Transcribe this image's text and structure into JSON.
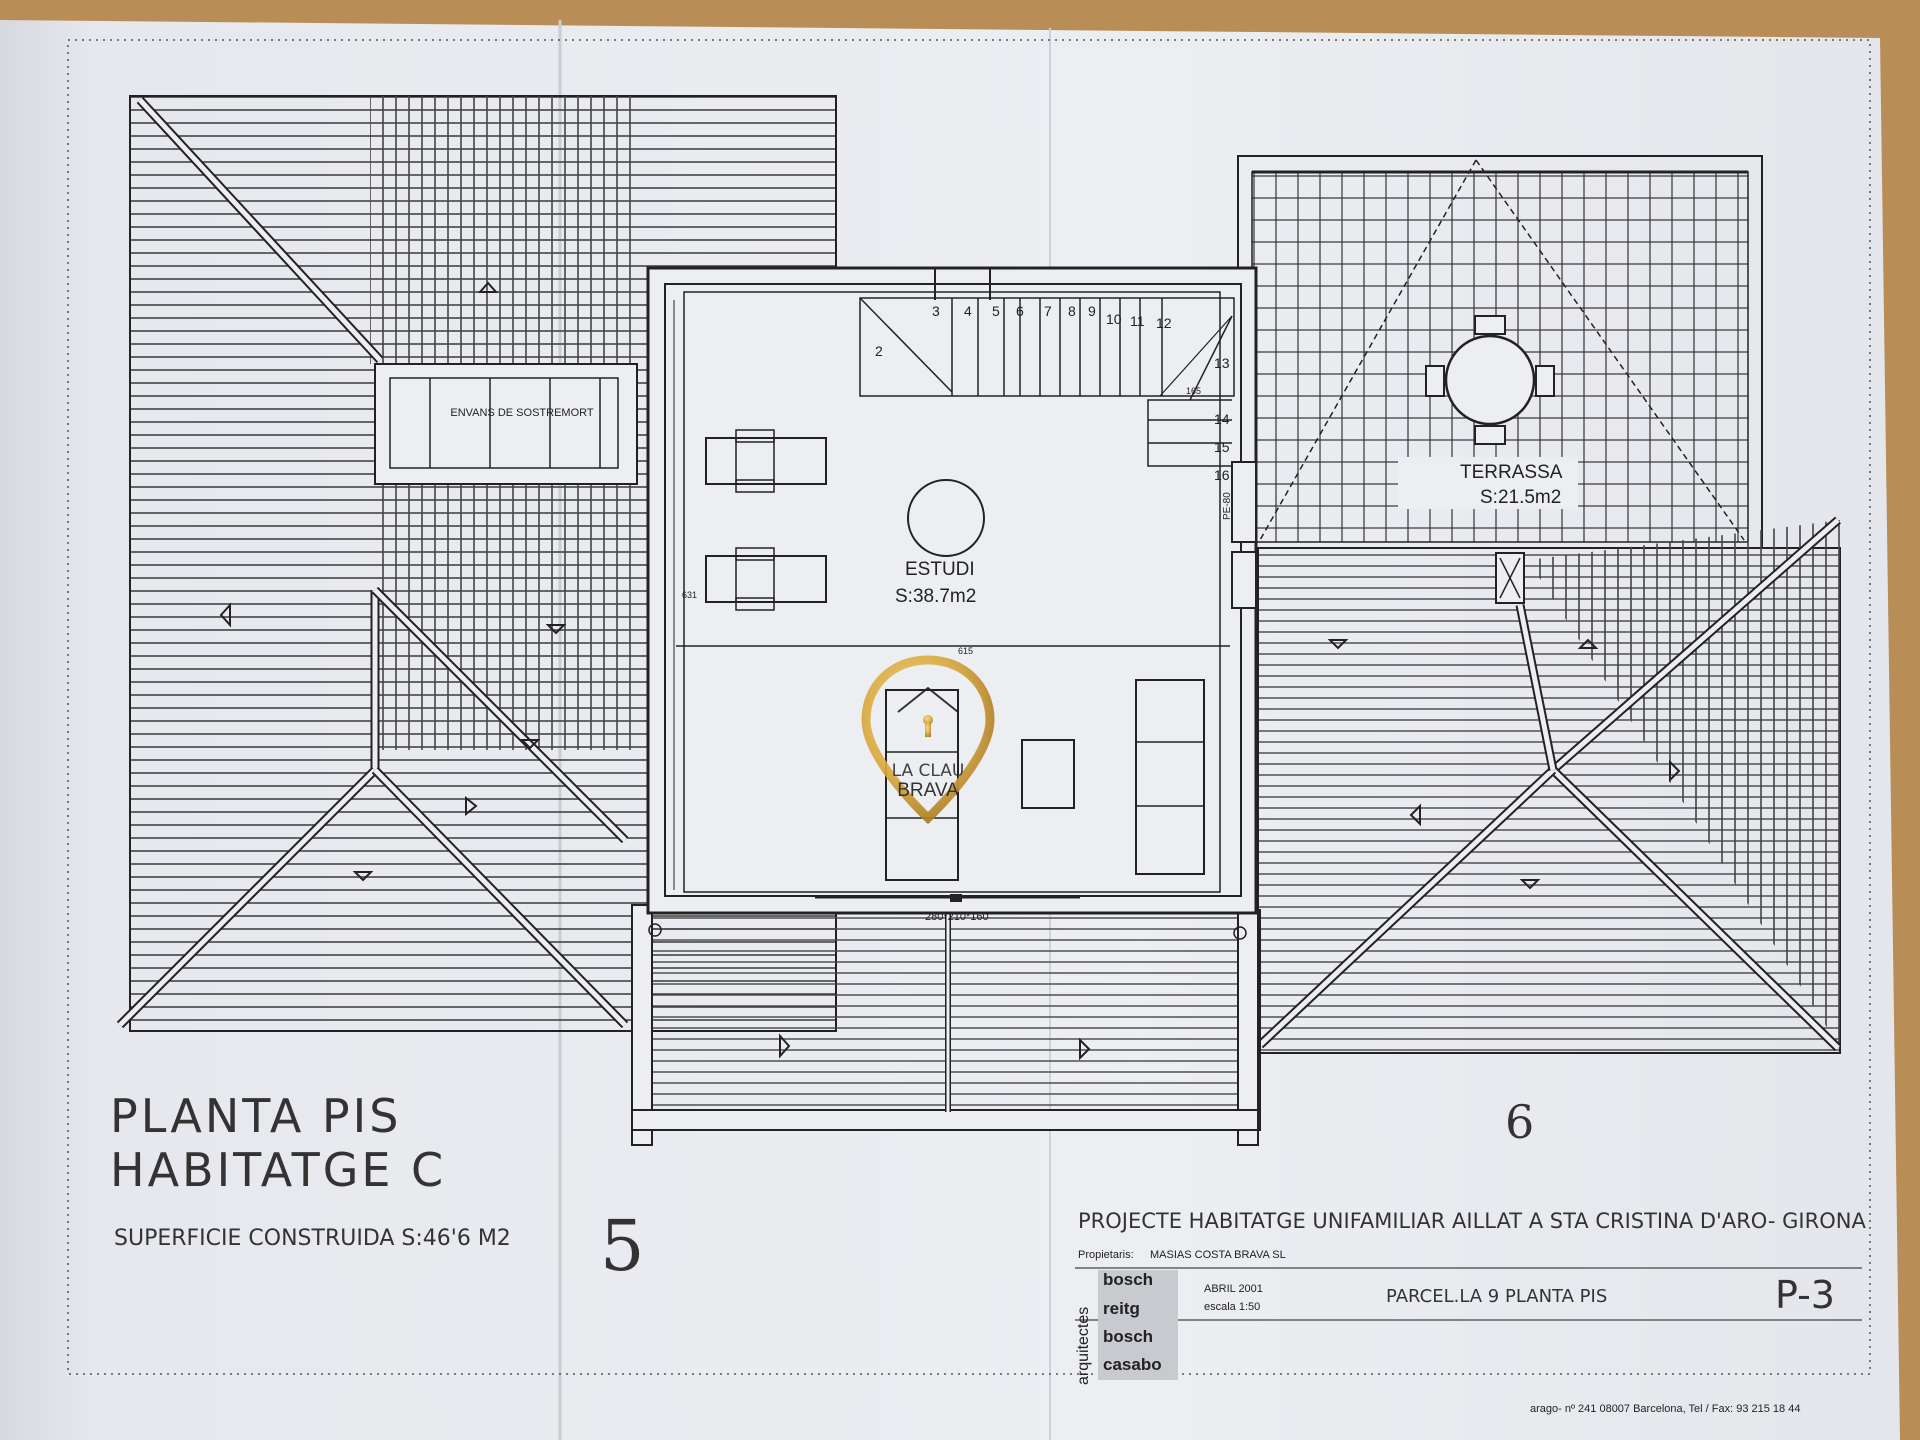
{
  "colors": {
    "paper": "#e9eaef",
    "ink": "#222222",
    "table": "#b88e56",
    "logo_gold": "#d9a940"
  },
  "rooms": {
    "estudi": {
      "name": "ESTUDI",
      "area": "S:38.7m2"
    },
    "terrassa": {
      "name": "TERRASSA",
      "area": "S:21.5m2"
    },
    "envans": "ENVANS DE SOSTREMORT"
  },
  "stair_steps": [
    "2",
    "3",
    "4",
    "5",
    "6",
    "7",
    "8",
    "9",
    "10",
    "11",
    "12",
    "13",
    "14",
    "15",
    "16"
  ],
  "dimensions": {
    "width": "615",
    "depth": "631",
    "rail": "165",
    "pe": "PE-80",
    "window": "280*210*160"
  },
  "watermark": {
    "line1": "LA CLAU",
    "line2": "BRAVA"
  },
  "title_block": {
    "plan_title_1": "PLANTA PIS",
    "plan_title_2": "HABITATGE C",
    "surface": "SUPERFICIE CONSTRUIDA S:46'6 M2",
    "project": "PROJECTE HABITATGE UNIFAMILIAR AILLAT A STA CRISTINA D'ARO- GIRONA",
    "owner_label": "Propietaris:",
    "owner": "MASIAS COSTA BRAVA SL",
    "architects_label": "arquitectes",
    "architects": [
      "bosch",
      "reitg",
      "bosch",
      "casabo"
    ],
    "date": "ABRIL 2001",
    "scale": "escala 1:50",
    "parcel": "PARCEL.LA 9  PLANTA PIS",
    "sheet": "P-3",
    "address": "arago- nº 241 08007 Barcelona, Tel / Fax: 93 215 18 44"
  },
  "handwritten": {
    "left_page": "5",
    "right_page": "6"
  }
}
